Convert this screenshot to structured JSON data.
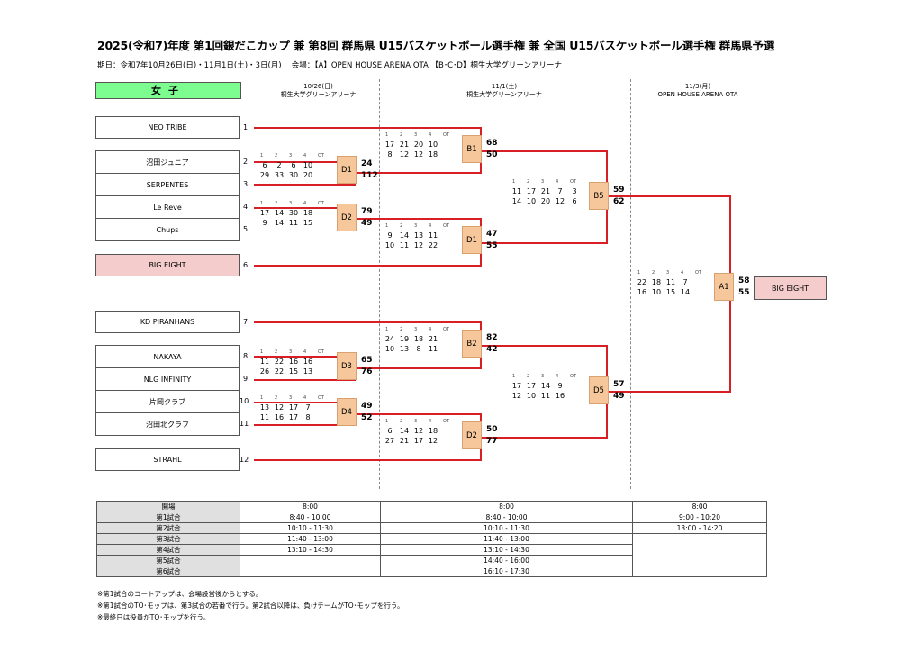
{
  "title": "2025(令和7)年度 第1回銀だこカップ 兼 第8回 群馬県 U15バスケットボール選手権 兼 全国 U15バスケットボール選手権 群馬県予選",
  "subtitle": "期日：令和7年10月26日(日)・11月1日(土)・3日(月)　 会場：【A】OPEN HOUSE ARENA OTA 【B･C･D】桐生大学グリーンアリーナ",
  "division": "女子",
  "days": [
    {
      "date": "10/26(日)",
      "venue": "桐生大学グリーンアリーナ"
    },
    {
      "date": "11/1(土)",
      "venue": "桐生大学グリーンアリーナ"
    },
    {
      "date": "11/3(月)",
      "venue": "OPEN HOUSE ARENA OTA"
    }
  ],
  "quarter_headers": [
    "1",
    "2",
    "3",
    "4",
    "OT"
  ],
  "teams": [
    {
      "seed": "1",
      "name": "NEO TRIBE"
    },
    {
      "seed": "2",
      "name": "沼田ジュニア"
    },
    {
      "seed": "3",
      "name": "SERPENTES"
    },
    {
      "seed": "4",
      "name": "Le Reve"
    },
    {
      "seed": "5",
      "name": "Chups"
    },
    {
      "seed": "6",
      "name": "BIG EIGHT"
    },
    {
      "seed": "7",
      "name": "KD PIRANHANS"
    },
    {
      "seed": "8",
      "name": "NAKAYA"
    },
    {
      "seed": "9",
      "name": "NLG INFINITY"
    },
    {
      "seed": "10",
      "name": "片岡クラブ"
    },
    {
      "seed": "11",
      "name": "沼田北クラブ"
    },
    {
      "seed": "12",
      "name": "STRAHL"
    }
  ],
  "games": [
    {
      "label": "D1",
      "q_top": [
        "6",
        "2",
        "6",
        "10"
      ],
      "q_bot": [
        "29",
        "33",
        "30",
        "20"
      ],
      "score_top": "24",
      "score_bot": "112"
    },
    {
      "label": "D2",
      "q_top": [
        "17",
        "14",
        "30",
        "18"
      ],
      "q_bot": [
        "9",
        "14",
        "11",
        "15"
      ],
      "score_top": "79",
      "score_bot": "49"
    },
    {
      "label": "D3",
      "q_top": [
        "11",
        "22",
        "16",
        "16"
      ],
      "q_bot": [
        "26",
        "22",
        "15",
        "13"
      ],
      "score_top": "65",
      "score_bot": "76"
    },
    {
      "label": "D4",
      "q_top": [
        "13",
        "12",
        "17",
        "7"
      ],
      "q_bot": [
        "11",
        "16",
        "17",
        "8"
      ],
      "score_top": "49",
      "score_bot": "52"
    },
    {
      "label": "B1",
      "q_top": [
        "17",
        "21",
        "20",
        "10"
      ],
      "q_bot": [
        "8",
        "12",
        "12",
        "18"
      ],
      "score_top": "68",
      "score_bot": "50"
    },
    {
      "label": "D1",
      "q_top": [
        "9",
        "14",
        "13",
        "11"
      ],
      "q_bot": [
        "10",
        "11",
        "12",
        "22"
      ],
      "score_top": "47",
      "score_bot": "55"
    },
    {
      "label": "B2",
      "q_top": [
        "24",
        "19",
        "18",
        "21"
      ],
      "q_bot": [
        "10",
        "13",
        "8",
        "11"
      ],
      "score_top": "82",
      "score_bot": "42"
    },
    {
      "label": "D2",
      "q_top": [
        "6",
        "14",
        "12",
        "18"
      ],
      "q_bot": [
        "27",
        "21",
        "17",
        "12"
      ],
      "score_top": "50",
      "score_bot": "77"
    },
    {
      "label": "B5",
      "q_top": [
        "11",
        "17",
        "21",
        "7",
        "3"
      ],
      "q_bot": [
        "14",
        "10",
        "20",
        "12",
        "6"
      ],
      "score_top": "59",
      "score_bot": "62"
    },
    {
      "label": "D5",
      "q_top": [
        "17",
        "17",
        "14",
        "9"
      ],
      "q_bot": [
        "12",
        "10",
        "11",
        "16"
      ],
      "score_top": "57",
      "score_bot": "49"
    },
    {
      "label": "A1",
      "q_top": [
        "22",
        "18",
        "11",
        "7"
      ],
      "q_bot": [
        "16",
        "10",
        "15",
        "14"
      ],
      "score_top": "58",
      "score_bot": "55"
    }
  ],
  "champion": "BIG EIGHT",
  "schedule": {
    "rows": [
      {
        "label": "開場",
        "c1": "8:00",
        "c2": "8:00",
        "c3": "8:00"
      },
      {
        "label": "第1試合",
        "c1": "8:40 - 10:00",
        "c2": "8:40 - 10:00",
        "c3": "9:00 - 10:20"
      },
      {
        "label": "第2試合",
        "c1": "10:10 - 11:30",
        "c2": "10:10 - 11:30",
        "c3": "13:00 - 14:20"
      },
      {
        "label": "第3試合",
        "c1": "11:40 - 13:00",
        "c2": "11:40 - 13:00",
        "c3": ""
      },
      {
        "label": "第4試合",
        "c1": "13:10 - 14:30",
        "c2": "13:10 - 14:30",
        "c3": ""
      },
      {
        "label": "第5試合",
        "c1": "",
        "c2": "14:40 - 16:00",
        "c3": ""
      },
      {
        "label": "第6試合",
        "c1": "",
        "c2": "16:10 - 17:30",
        "c3": ""
      }
    ]
  },
  "notes": [
    "※第1試合のコートアップは、会場設営後からとする。",
    "※第1試合のTO･モップは、第3試合の若番で行う。第2試合以降は、負けチームがTO･モップを行う。",
    "※最終日は役員がTO･モップを行う。"
  ]
}
